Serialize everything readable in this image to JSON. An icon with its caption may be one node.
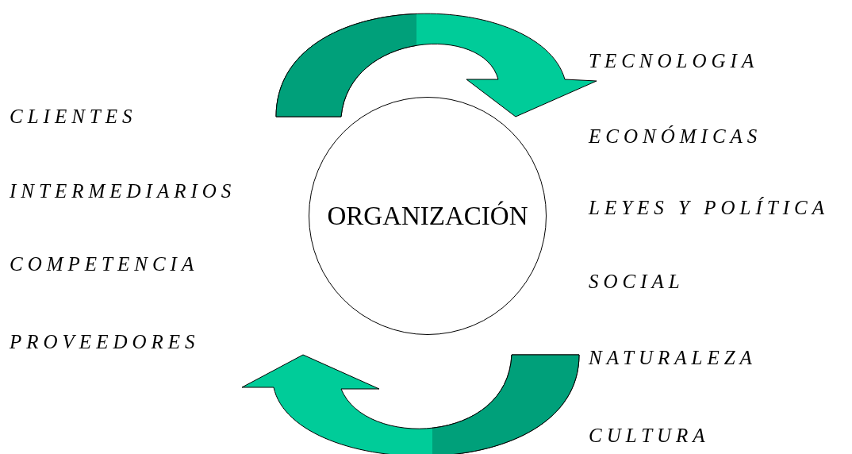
{
  "diagram": {
    "nodes": [
      {
        "text": [
          "ORGANIZACIÓN"
        ]
      }
    ],
    "labels": [
      "CLIENTES",
      "INTERMEDIARIOS",
      "COMPETENCIA",
      "PROVEEDORES",
      "TECNOLOGIA",
      "ECONÓMICAS",
      "LEYES Y POLÍTICA",
      "SOCIAL",
      "NATURALEZA",
      "CULTURA"
    ]
  }
}
